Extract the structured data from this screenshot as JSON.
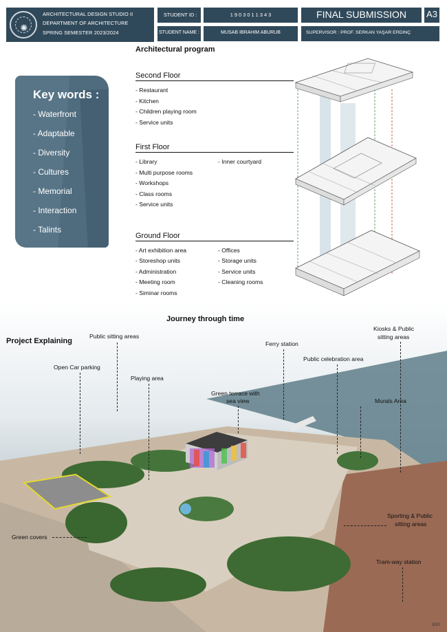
{
  "header": {
    "studio": "ARCHITECTURAL DESIGN STUDIO II",
    "department": "DEPARTMENT OF ARCHITECTURE",
    "semester": "SPRING SEMESTER 2023/2024",
    "student_id_label": "STUDENT ID :",
    "student_id": "1 9 0 3 0 1 1 3 4 3",
    "student_name_label": "STUDENT NAME :",
    "student_name": "MUSAB IBRAHIM ABURUB",
    "title": "FINAL SUBMISSION",
    "sheet_size": "A3",
    "supervisor": "SUPERVISOR :  PROF. SERKAN YAŞAR ERDINÇ"
  },
  "program": {
    "title": "Architectural program",
    "second_floor": {
      "title": "Second Floor",
      "items": [
        "- Restaurant",
        "- Kitchen",
        "- Children playing room",
        "- Service units"
      ]
    },
    "first_floor": {
      "title": "First Floor",
      "items_left": [
        "- Library",
        "- Multi purpose rooms",
        "- Workshops",
        "- Class rooms",
        "- Service units"
      ],
      "items_right": [
        "- Inner courtyard"
      ]
    },
    "ground_floor": {
      "title": "Ground Floor",
      "items_left": [
        "- Art exhibition area",
        "- Storeshop units",
        "- Administration",
        "- Meeting room",
        "- Siminar rooms"
      ],
      "items_right": [
        "- Offices",
        "- Storage units",
        "- Service units",
        "- Cleaning rooms"
      ]
    }
  },
  "keywords": {
    "title": "Key words :",
    "items": [
      "- Waterfront",
      "- Adaptable",
      "- Diversity",
      "- Cultures",
      "- Memorial",
      "- Interaction",
      "- Talints"
    ]
  },
  "site": {
    "journey_title": "Journey through time",
    "section_title": "Project Explaining",
    "labels": {
      "public_sitting": "Public sitting areas",
      "ferry": "Ferry station",
      "kiosks_line1": "Kiosks & Public",
      "kiosks_line2": "sitting areas",
      "celebration": "Public celebration area",
      "car_parking": "Open Car parking",
      "playing": "Playing area",
      "terrace_line1": "Green terrace with",
      "terrace_line2": "sea view",
      "murals": "Murals Area",
      "green_covers": "Green covers",
      "sporting_line1": "Sporting & Public",
      "sporting_line2": "sitting areas",
      "tram": "Tram-way station"
    }
  },
  "page_number": "3/10",
  "colors": {
    "header_blue": "#30495a",
    "panel_blue": "#4f6b7e",
    "sea": "#6e8c98",
    "land": "#c9b9a7",
    "green": "#3e6b33",
    "red_ground": "#9a6a55"
  }
}
